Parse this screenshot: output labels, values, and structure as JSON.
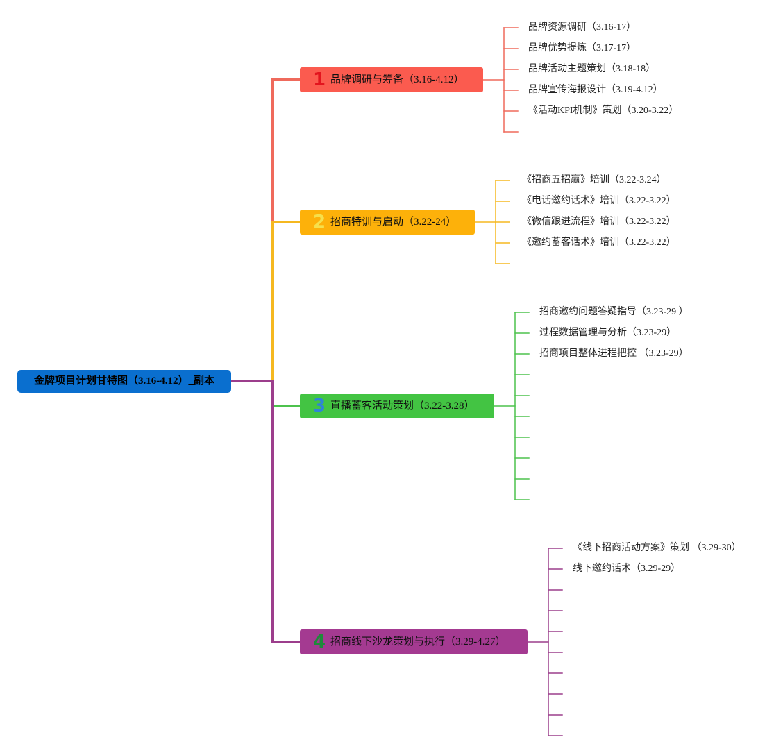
{
  "root": {
    "label": "金牌项目计划甘特图（3.16-4.12）_副本",
    "color": "#0a6fcf"
  },
  "branches": [
    {
      "number": "1",
      "label": "品牌调研与筹备（3.16-4.12）",
      "color": "#fb5b4f",
      "line_color": "#ef6a5c",
      "number_color": "#e3141e",
      "leaves": [
        "品牌资源调研（3.16-17）",
        "品牌优势提炼（3.17-17）",
        "品牌活动主题策划（3.18-18）",
        "品牌宣传海报设计（3.19-4.12）",
        "《活动KPI机制》策划（3.20-3.22）",
        ""
      ]
    },
    {
      "number": "2",
      "label": "招商特训与启动（3.22-24）",
      "color": "#fdb10a",
      "line_color": "#f5b820",
      "number_color": "#f6e04c",
      "leaves": [
        "《招商五招赢》培训（3.22-3.24）",
        "《电话邀约话术》培训（3.22-3.22）",
        "《微信跟进流程》培训（3.22-3.22）",
        "《邀约蓄客话术》培训（3.22-3.22）",
        ""
      ]
    },
    {
      "number": "3",
      "label": "直播蓄客活动策划（3.22-3.28）",
      "color": "#43c443",
      "line_color": "#4dc24d",
      "number_color": "#2f84d8",
      "leaves": [
        "招商邀约问题答疑指导（3.23-29 ）",
        "过程数据管理与分析（3.23-29）",
        "招商项目整体进程把控 （3.23-29）",
        "",
        "",
        "",
        "",
        "",
        "",
        ""
      ]
    },
    {
      "number": "4",
      "label": "招商线下沙龙策划与执行（3.29-4.27）",
      "color": "#a43a91",
      "line_color": "#9c3e8c",
      "number_color": "#1f8a3a",
      "leaves": [
        "《线下招商活动方案》策划 （3.29-30）",
        "线下邀约话术（3.29-29）",
        "",
        "",
        "",
        "",
        "",
        "",
        "",
        ""
      ]
    }
  ]
}
